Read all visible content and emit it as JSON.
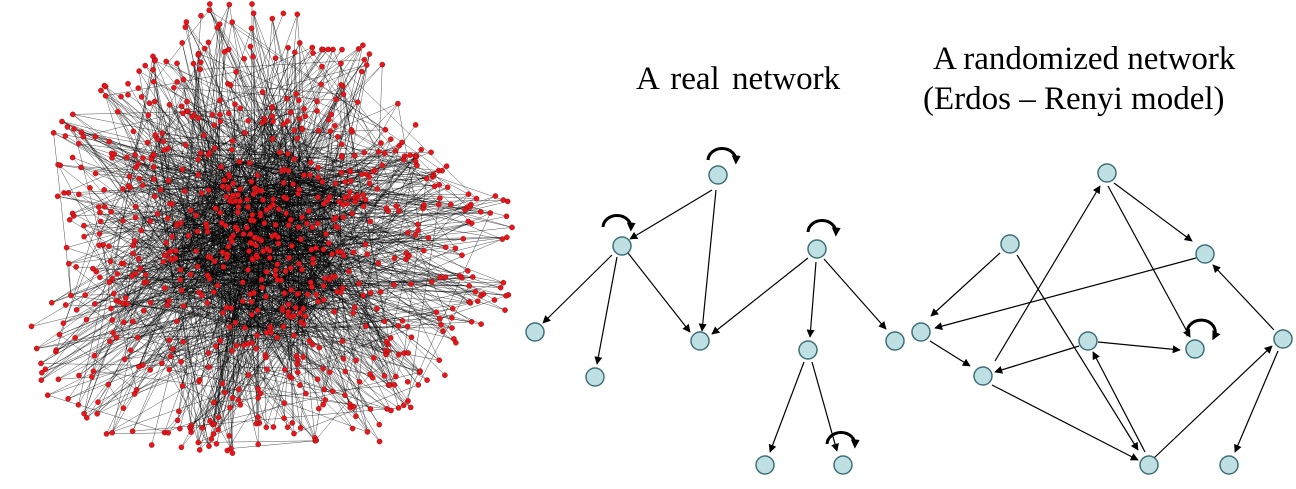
{
  "real_network": {
    "title": "A  real  network"
  },
  "random_network": {
    "title_line1": "A randomized network",
    "title_line2": "(Erdos – Renyi model)"
  },
  "colors": {
    "node_fill": "#bfe0e3",
    "node_stroke": "#3f6f7a",
    "edge": "#000000",
    "hairball_node": "#e8161a"
  }
}
